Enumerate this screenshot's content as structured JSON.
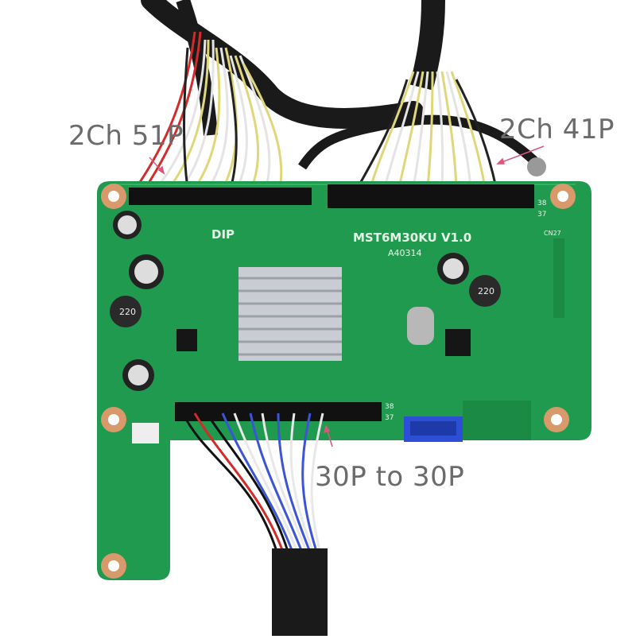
{
  "labels": {
    "connector_51p": "2Ch 51P",
    "connector_41p": "2Ch 41P",
    "connector_30p": "30P to 30P"
  },
  "board": {
    "model": "MST6M30KU V1.0",
    "code": "A40314",
    "dip_mark": "DIP",
    "inductor_1": "220",
    "inductor_2": "220",
    "pin_38_top": "38",
    "pin_37_top": "37",
    "pin_38_bottom": "38",
    "pin_37_bottom": "37",
    "cn27": "CN27"
  },
  "colors": {
    "pcb": "#1f9a4e",
    "pcb_dark": "#167a3c",
    "annotation_arrow": "#d9577a",
    "annotation_text": "#6b6b6b",
    "heatsink": "#c9ccd2",
    "connector_blue": "#2d4fd6",
    "cable_black": "#1a1a1a"
  }
}
